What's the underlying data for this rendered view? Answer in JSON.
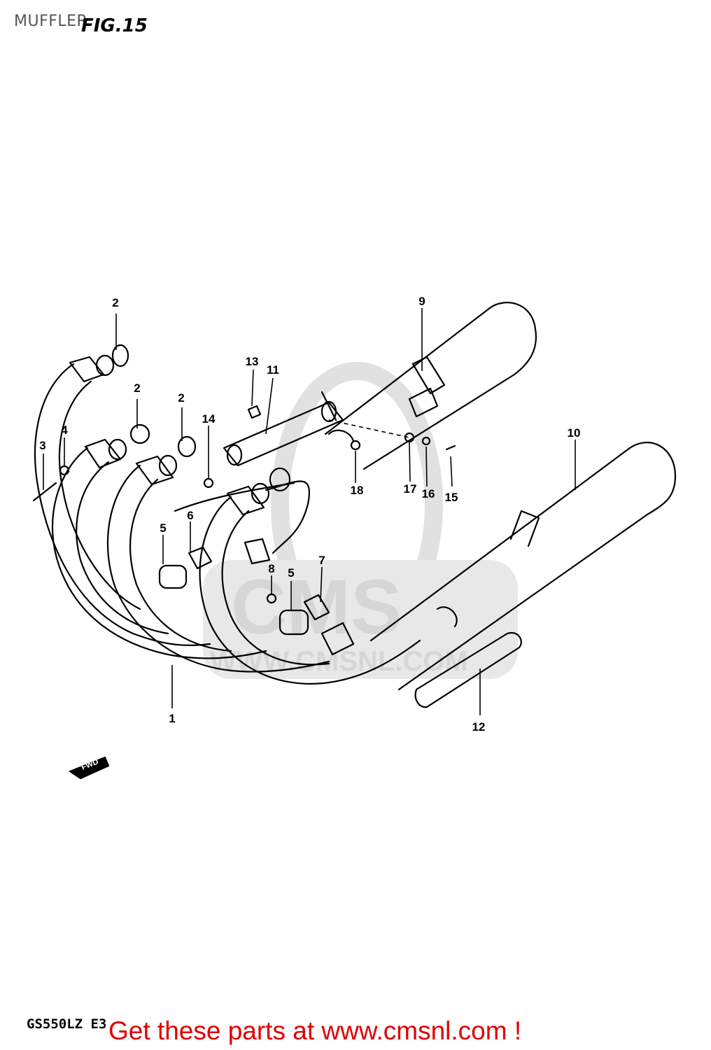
{
  "page_label": "MUFFLER",
  "figure_title": "FIG.15",
  "model_code": "GS550LZ E3",
  "footer_cta": "Get these parts at www.cmsnl.com !",
  "watermark": {
    "logo": "CMS",
    "url": "WWW.CMSNL.COM"
  },
  "fwd_label": "FWD",
  "callouts": [
    {
      "num": "1"
    },
    {
      "num": "2"
    },
    {
      "num": "2"
    },
    {
      "num": "2"
    },
    {
      "num": "3"
    },
    {
      "num": "4"
    },
    {
      "num": "5"
    },
    {
      "num": "5"
    },
    {
      "num": "6"
    },
    {
      "num": "7"
    },
    {
      "num": "8"
    },
    {
      "num": "9"
    },
    {
      "num": "10"
    },
    {
      "num": "11"
    },
    {
      "num": "12"
    },
    {
      "num": "13"
    },
    {
      "num": "14"
    },
    {
      "num": "15"
    },
    {
      "num": "16"
    },
    {
      "num": "17"
    },
    {
      "num": "18"
    }
  ],
  "colors": {
    "cta": "#e00000",
    "line": "#000000",
    "watermark": "#d2d2d2"
  }
}
